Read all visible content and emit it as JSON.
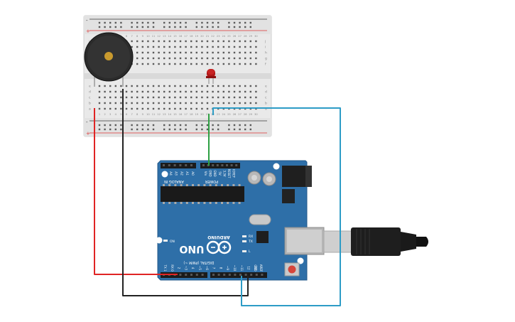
{
  "breadboard": {
    "rail_plus": "+",
    "rail_minus": "-",
    "row_letters_top": [
      "j",
      "i",
      "h",
      "g",
      "f"
    ],
    "row_letters_bottom": [
      "e",
      "d",
      "c",
      "b",
      "a"
    ],
    "column_count": 30
  },
  "arduino": {
    "brand_label": "ARDUINO",
    "model_label": "UNO",
    "on_label": "ON",
    "digital_label": "DIGITAL (PWM ~)",
    "analog_label": "ANALOG IN",
    "power_label": "POWER",
    "tx_label": "TX",
    "rx_label": "RX",
    "l_label": "L",
    "aref_label": "AREF",
    "gnd_label": "GND",
    "analog_pins": [
      "A5",
      "A4",
      "A3",
      "A2",
      "A1",
      "A0"
    ],
    "power_pins": [
      "Vin",
      "GND",
      "GND",
      "5V",
      "3.3V",
      "RESET",
      "IOREF"
    ],
    "digital_pins": [
      "TX 1",
      "RX 0",
      "2",
      "~3",
      "4",
      "~5",
      "~6",
      "7",
      "8",
      "~9",
      "~10",
      "~11",
      "12",
      "13"
    ]
  },
  "wires": {
    "red": "#e02424",
    "black": "#222222",
    "green": "#2ea043",
    "blue": "#2d9cc6"
  },
  "colors": {
    "board_blue": "#2e6fa8",
    "breadboard_bg": "#e8e8e8",
    "led_red": "#b01818"
  }
}
